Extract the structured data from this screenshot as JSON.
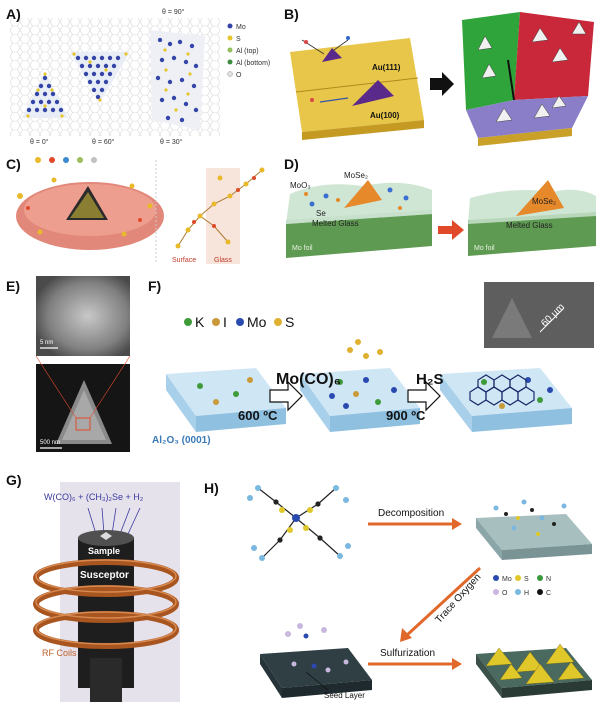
{
  "panels": {
    "a": {
      "label": "A)",
      "angles_top": [
        "θ = 90°"
      ],
      "angles_bottom": [
        "θ = 0°",
        "θ = 60°",
        "θ = 30°"
      ],
      "legend": [
        "Mo",
        "S",
        "Al (top)",
        "Al (bottom)",
        "O"
      ]
    },
    "b": {
      "label": "B)",
      "face_top": "Au(111)",
      "face_bottom": "Au(100)"
    },
    "c": {
      "label": "C)",
      "surface": "Surface",
      "glass": "Glass"
    },
    "d": {
      "label": "D)",
      "moo": "MoO₃",
      "mose_left": "MoSe₂",
      "se": "Se",
      "glass_left": "Melted Glass",
      "foil_left": "Mo foil",
      "mose_right": "MoSe₂",
      "glass_right": "Melted Glass",
      "foil_right": "Mo foil"
    },
    "e": {
      "label": "E)",
      "scale_top": "5 nm",
      "scale_bottom": "500 nm"
    },
    "f": {
      "label": "F)",
      "legend": [
        "K",
        "I",
        "Mo",
        "S"
      ],
      "precursor": "Mo(CO)₆",
      "temp1": "600 ºC",
      "gas": "H₂S",
      "temp2": "900 ºC",
      "substrate": "Al₂O₃ (0001)",
      "scale": "60 µm"
    },
    "g": {
      "label": "G)",
      "formula": "W(CO)₆ + (CH₃)₂Se + H₂",
      "sample": "Sample",
      "susceptor": "Susceptor",
      "coils": "RF Coils"
    },
    "h": {
      "label": "H)",
      "step1": "Decomposition",
      "step2": "Trace Oxygen",
      "step3": "Sulfurization",
      "seed": "Seed Layer",
      "legend": [
        "Mo",
        "S",
        "N",
        "O",
        "H",
        "C"
      ]
    }
  }
}
